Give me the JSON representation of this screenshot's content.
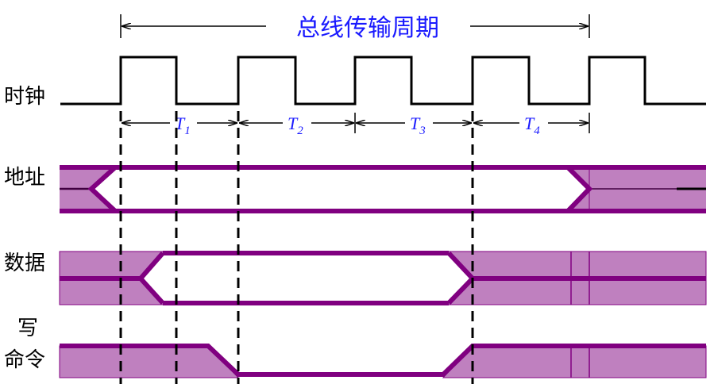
{
  "title": "总线传输周期",
  "signals": {
    "clock": "时钟",
    "address": "地址",
    "data": "数据",
    "write_line1": "写",
    "write_line2": "命令"
  },
  "periods": [
    {
      "letter": "T",
      "index": "1"
    },
    {
      "letter": "T",
      "index": "2"
    },
    {
      "letter": "T",
      "index": "3"
    },
    {
      "letter": "T",
      "index": "4"
    }
  ],
  "colors": {
    "bus": "#800080",
    "bus_fill": "#bf80bf",
    "label": "#1a1aff",
    "line": "#000000"
  }
}
